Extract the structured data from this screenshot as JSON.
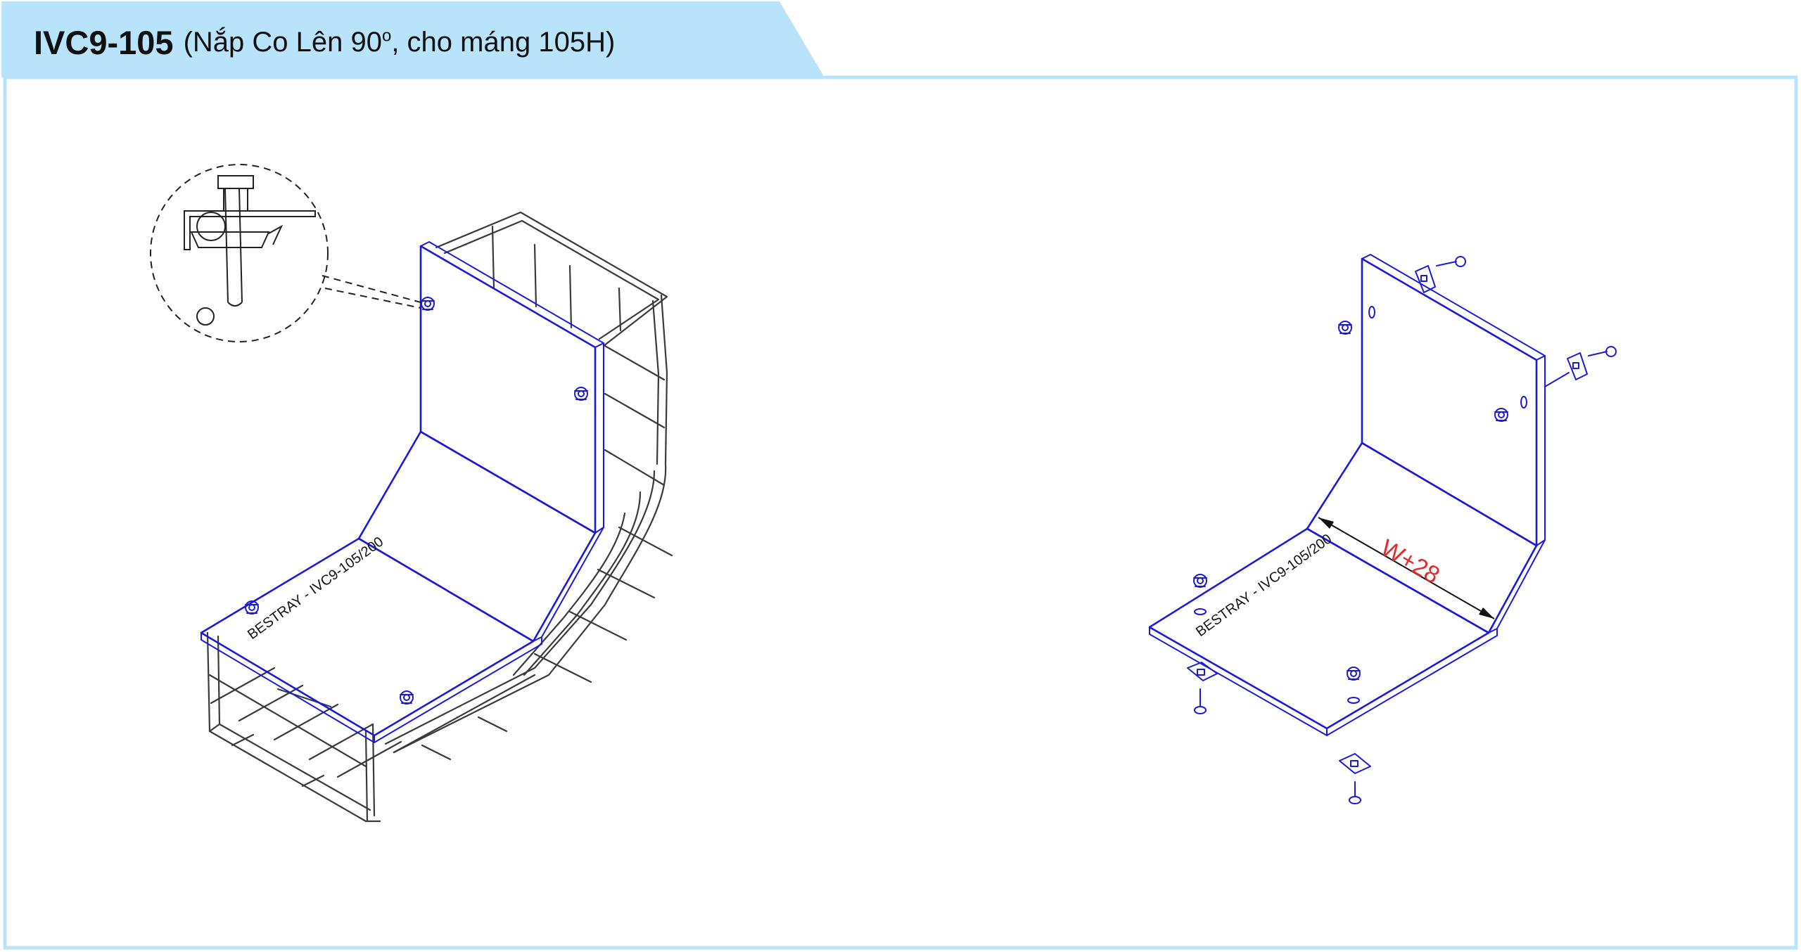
{
  "header": {
    "code": "IVC9-105",
    "desc_prefix": "(Nắp Co Lên 90",
    "degree_mark": "o",
    "desc_suffix": ", cho máng 105H)"
  },
  "left_drawing": {
    "cover_stamp": "BESTRAY - IVC9-105/200"
  },
  "right_drawing": {
    "cover_stamp": "BESTRAY - IVC9-105/200",
    "dimension_label": "W+28",
    "dimension_color": "#e42a2a"
  },
  "colors": {
    "header_tab": "#b9e2fb",
    "frame_border": "#b9e2fb",
    "drawing_line": "#1a1ad8",
    "wire": "#3a3a3a"
  }
}
